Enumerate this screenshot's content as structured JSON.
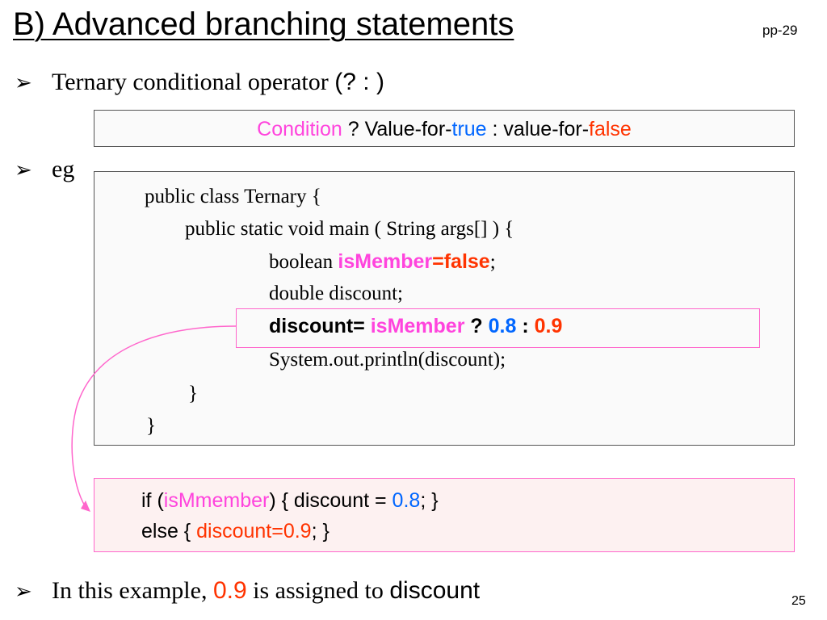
{
  "slide": {
    "title": "B) Advanced branching statements",
    "page_ref": "pp-29",
    "slide_number": "25"
  },
  "bullets": {
    "marker": "➢",
    "ternary_label": "Ternary conditional operator",
    "ternary_symbol": "(? : )",
    "eg_label": "eg",
    "conclusion_prefix": "In this example,",
    "conclusion_value": "0.9",
    "conclusion_middle": "is assigned to",
    "conclusion_var": "discount"
  },
  "syntax": {
    "condition": "Condition",
    "sep1": " ? Value-for-",
    "true_word": "true",
    "sep2": " : value-for-",
    "false_word": "false"
  },
  "code": {
    "line1": "public class Ternary  {",
    "line2": "public static void main ( String args[] ) {",
    "line3_kw": "boolean ",
    "line3_var": "isMember",
    "line3_eq": "=",
    "line3_val": "false",
    "line3_end": ";",
    "line4": "double discount;",
    "line5_lhs": "discount= ",
    "line5_var": "isMember",
    "line5_q": " ? ",
    "line5_v1": "0.8",
    "line5_colon": " : ",
    "line5_v2": "0.9",
    "line6": "System.out.println(discount);",
    "line7": "}",
    "line8": "}"
  },
  "equivalent": {
    "if_kw": "if (",
    "if_var": "isMmember",
    "if_mid": ") { discount = ",
    "if_val": "0.8",
    "if_end": "; }",
    "else_kw": "else { ",
    "else_stmt": "discount=0.9",
    "else_end": "; }"
  },
  "colors": {
    "pink": "#ff44dd",
    "blue": "#0066ff",
    "red": "#ff3300",
    "highlight_border": "#ff66cc"
  }
}
